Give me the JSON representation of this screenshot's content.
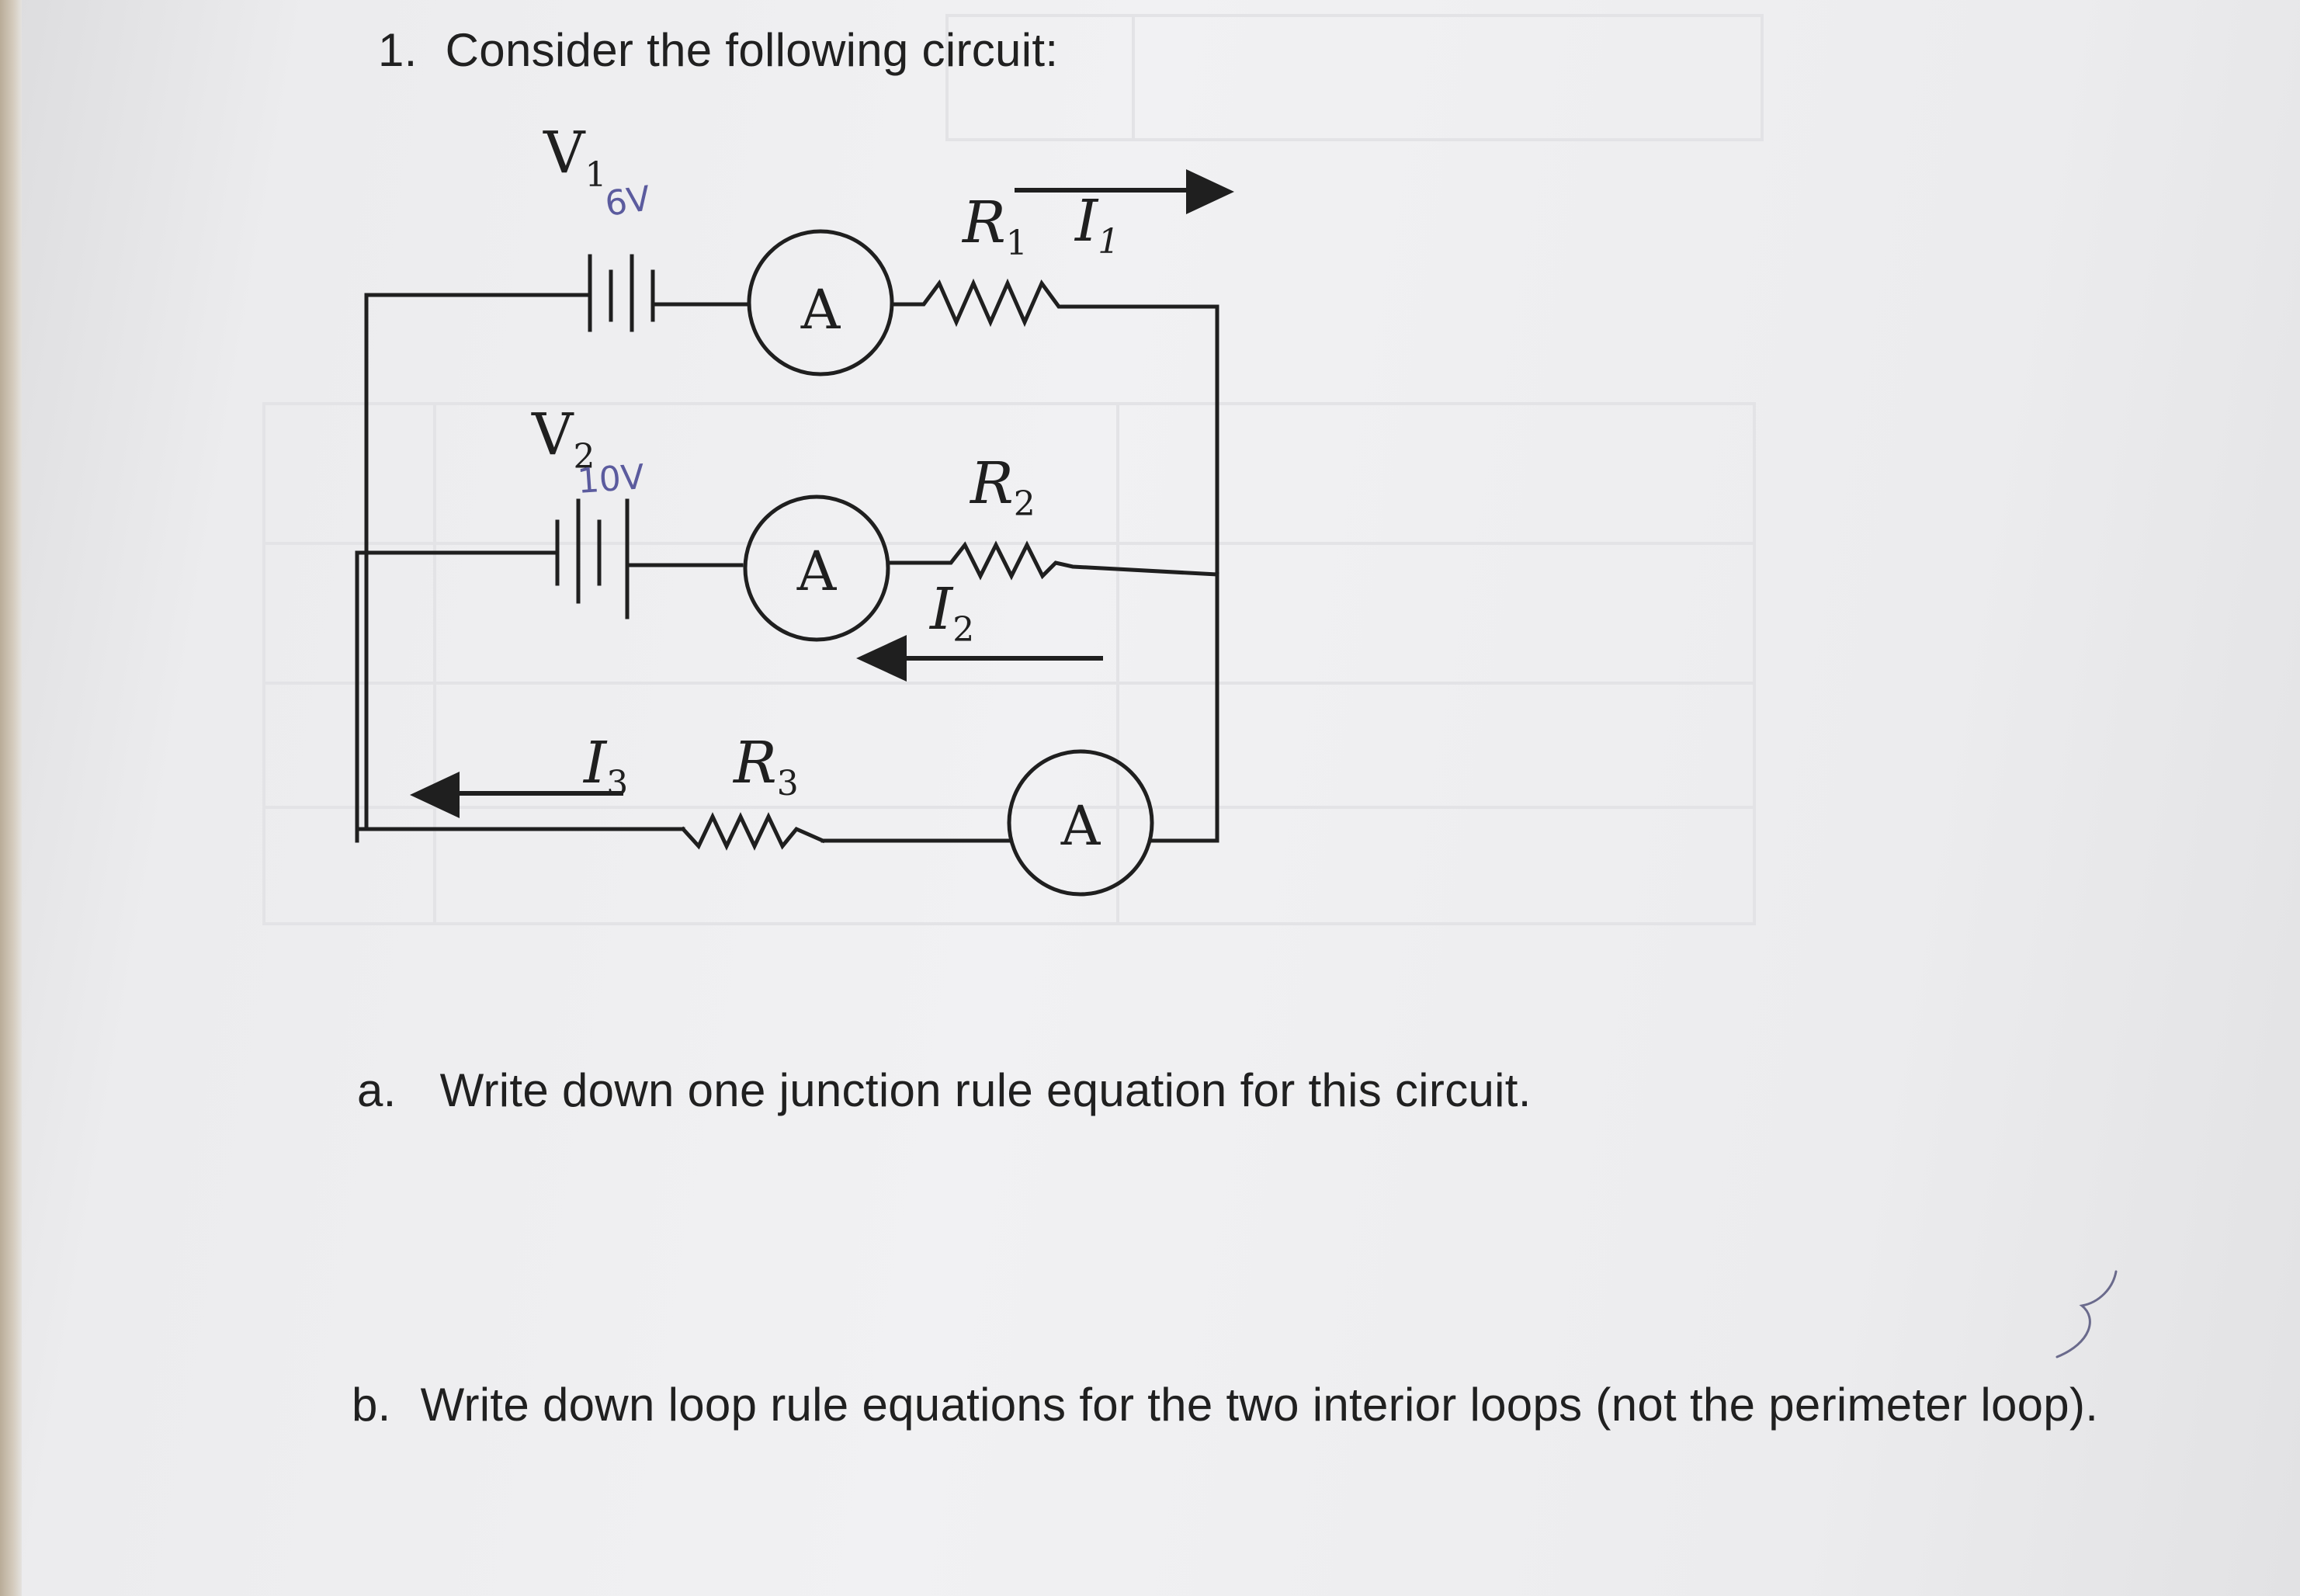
{
  "question1": {
    "number": "1.",
    "text": "Consider the following circuit:"
  },
  "circuit": {
    "battery1": {
      "label_main": "V",
      "label_sub": "1",
      "handwritten": "6V"
    },
    "battery2": {
      "label_main": "V",
      "label_sub": "2",
      "handwritten": "10V"
    },
    "ammeters": [
      "A",
      "A",
      "A"
    ],
    "resistor1": {
      "main": "R",
      "sub": "1"
    },
    "resistor2": {
      "main": "R",
      "sub": "2"
    },
    "resistor3": {
      "main": "R",
      "sub": "3"
    },
    "current1": {
      "main": "I",
      "sub": "1"
    },
    "current2": {
      "main": "I",
      "sub": "2"
    },
    "current3": {
      "main": "I",
      "sub": "3"
    }
  },
  "part_a": {
    "label": "a.",
    "text": "Write down one junction rule equation for this circuit."
  },
  "part_b": {
    "label": "b.",
    "text": "Write down loop rule equations for the two interior loops (not the perimeter loop)."
  },
  "colors": {
    "ink": "#1f1f1f",
    "pencil": "#5b5b9e",
    "paper": "#f1f1f3"
  }
}
